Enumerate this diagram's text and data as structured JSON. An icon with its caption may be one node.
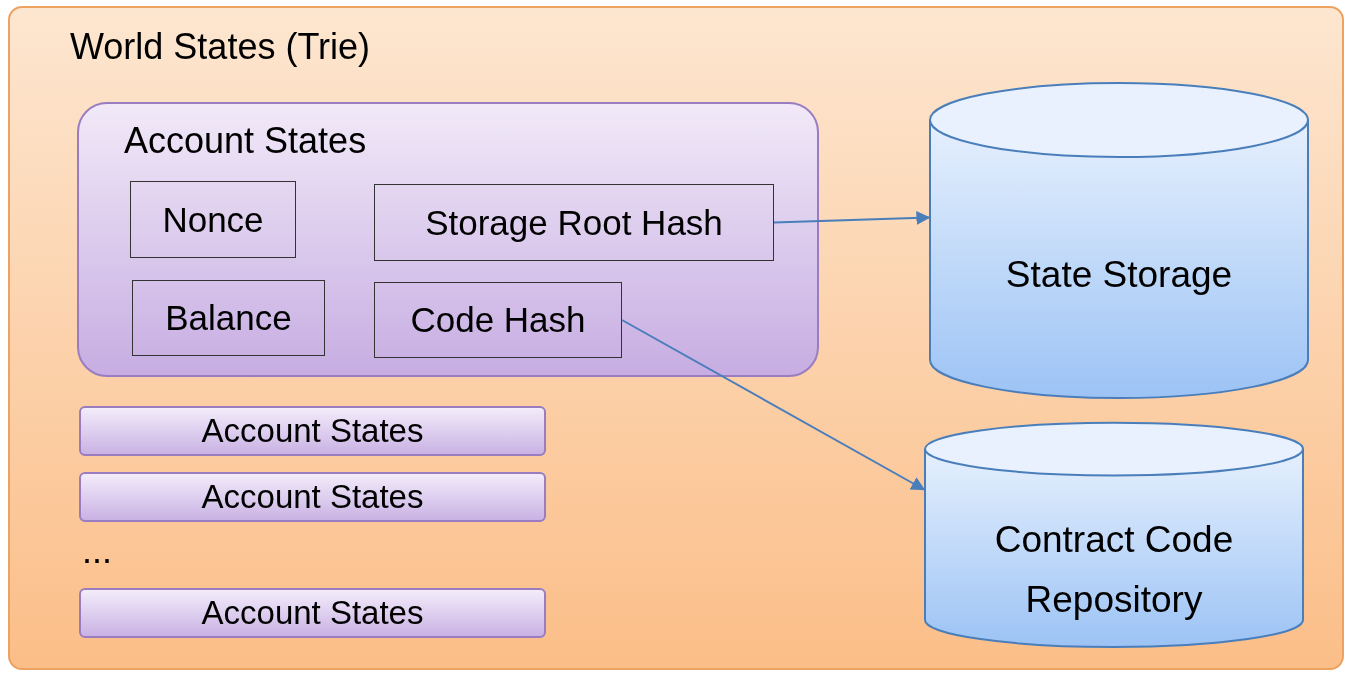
{
  "diagram": {
    "nodes": [
      {
        "text": [
          "World States (Trie)"
        ]
      },
      {
        "text": [
          "Account States"
        ],
        "in": 0
      },
      {
        "text": [
          "Nonce"
        ],
        "in": 1
      },
      {
        "text": [
          "Storage Root Hash"
        ],
        "in": 1
      },
      {
        "text": [
          "Balance"
        ],
        "in": 1
      },
      {
        "text": [
          "Code Hash"
        ],
        "in": 1
      },
      {
        "text": [
          "State Storage"
        ],
        "in": 0
      },
      {
        "text": [
          "Account States"
        ],
        "in": 0
      },
      {
        "text": [
          "Account States"
        ],
        "in": 0
      },
      {
        "text": [
          "Account States"
        ],
        "in": 0
      },
      {
        "text": [
          "Contract Code Repository"
        ],
        "in": 0
      }
    ],
    "edges": [
      {
        "from": 3,
        "to": 6,
        "arrow": "to"
      },
      {
        "from": 5,
        "to": 10,
        "arrow": "to"
      }
    ],
    "labels": [
      "..."
    ]
  }
}
